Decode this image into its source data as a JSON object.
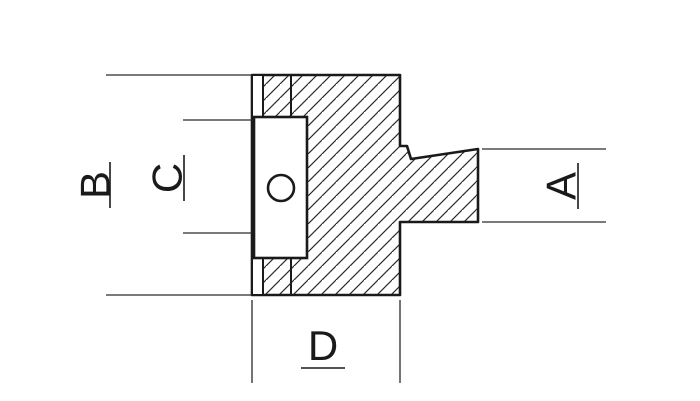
{
  "drawing": {
    "labels": {
      "a": "A",
      "b": "B",
      "c": "C",
      "d": "D"
    },
    "colors": {
      "outline": "#1a1a1a",
      "hatch": "#2b2b2b",
      "dimension_line": "#2a2a2a",
      "background": "#ffffff"
    }
  }
}
